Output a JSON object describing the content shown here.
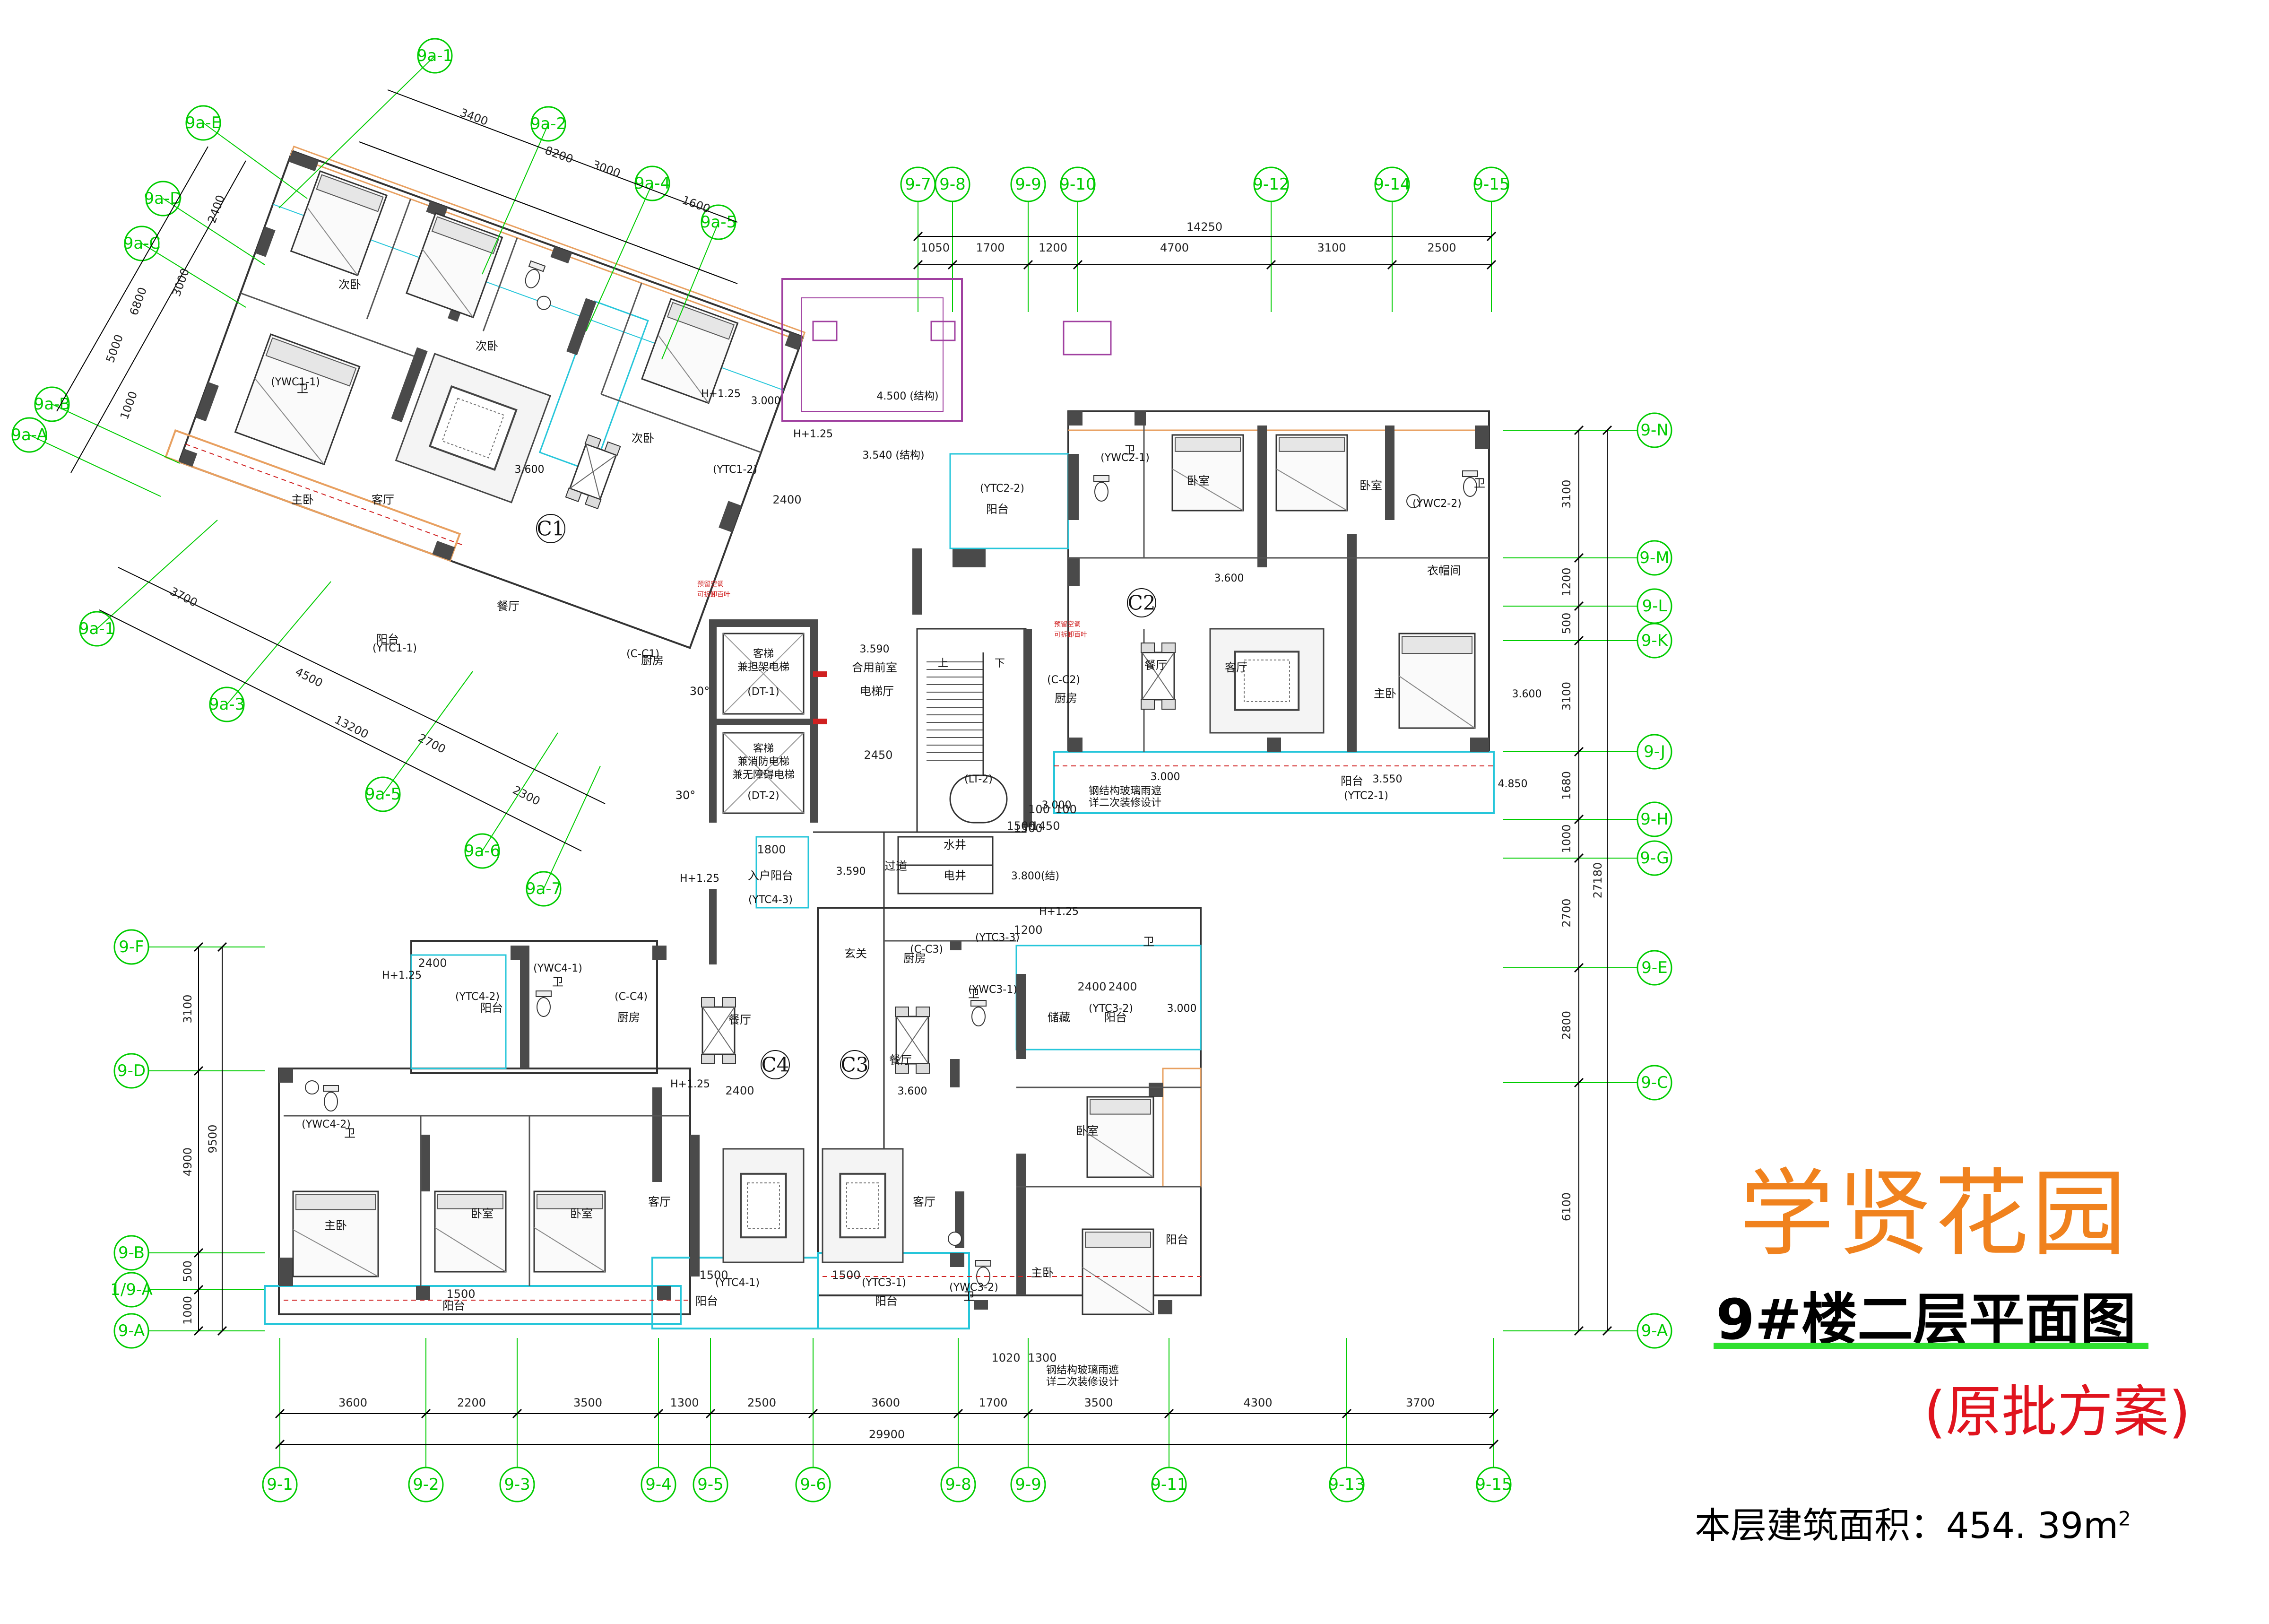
{
  "title": {
    "project_name": "学贤花园",
    "drawing_name": "9#楼二层平面图",
    "note": "(原批方案)",
    "area_label": "本层建筑面积：454. 39m",
    "area_sup": "2"
  },
  "axes": {
    "top": [
      "9-7",
      "9-8",
      "9-9",
      "9-10",
      "9-12",
      "9-14",
      "9-15"
    ],
    "bottom": [
      "9-1",
      "9-2",
      "9-3",
      "9-4",
      "9-5",
      "9-6",
      "9-8",
      "9-9",
      "9-11",
      "9-13",
      "9-15"
    ],
    "right": [
      "9-N",
      "9-M",
      "9-L",
      "9-K",
      "9-J",
      "9-H",
      "9-G",
      "9-E",
      "9-C",
      "9-A"
    ],
    "left": [
      "9-F",
      "9-D",
      "9-B",
      "1/9-A",
      "9-A"
    ],
    "c1_top": [
      "9a-1",
      "9a-2",
      "9a-4",
      "9a-5"
    ],
    "c1_left": [
      "9a-E",
      "9a-D",
      "9a-C",
      "9a-B",
      "9a-A"
    ],
    "c1_bottom": [
      "9a-1",
      "9a-3",
      "9a-5",
      "9a-6",
      "9a-7"
    ]
  },
  "dimensions": {
    "top_segments": [
      "1050",
      "1700",
      "1200",
      "4700",
      "3100",
      "2500"
    ],
    "top_total": "14250",
    "bottom_segments": [
      "3600",
      "2200",
      "3500",
      "1300",
      "2500",
      "3600",
      "1700",
      "3500",
      "4300",
      "3700"
    ],
    "bottom_total": "29900",
    "right_segments": [
      "3100",
      "1200",
      "500",
      "3100",
      "1680",
      "1000",
      "2700",
      "2800",
      "6100"
    ],
    "right_total": "27180",
    "left_segments": [
      "3100",
      "4900",
      "500",
      "1000"
    ],
    "left_total": "9500",
    "c1_top_segments": [
      "3400",
      "3000",
      "1600"
    ],
    "c1_top_total": "8200",
    "c1_left_segments": [
      "2400",
      "3000",
      "1000"
    ],
    "c1_left_total": "6800",
    "c1_inner_left": "5000",
    "c1_bottom_segments": [
      "4500",
      "2700",
      "2300"
    ],
    "c1_bottom_total": "13200",
    "c1_bottom_first": "3700",
    "misc": [
      "2400",
      "2400",
      "2400",
      "2400",
      "1500",
      "1500",
      "1500",
      "2450",
      "1800",
      "1200",
      "1300",
      "1020",
      "1450",
      "1500",
      "100",
      "100",
      "1500",
      "2400"
    ]
  },
  "units": [
    {
      "label": "C1"
    },
    {
      "label": "C2"
    },
    {
      "label": "C3"
    },
    {
      "label": "C4"
    }
  ],
  "rooms": [
    "次卧",
    "次卧",
    "次卧",
    "主卧",
    "客厅",
    "餐厅",
    "阳台",
    "厨房",
    "卫",
    "卧室",
    "卧室",
    "客厅",
    "餐厅",
    "厨房",
    "主卧",
    "衣帽间",
    "阳台",
    "阳台",
    "卫",
    "卫",
    "合用前室",
    "电梯厅",
    "入户阳台",
    "过道",
    "水井",
    "电井",
    "玄关",
    "储藏",
    "餐厅",
    "餐厅",
    "厨房",
    "厨房",
    "阳台",
    "阳台",
    "客厅",
    "客厅",
    "主卧",
    "卧室",
    "卧室",
    "卧室",
    "主卧",
    "卫",
    "卫",
    "阳台",
    "阳台",
    "卫",
    "阳台",
    "卫",
    "阳台",
    "卫"
  ],
  "room_codes": [
    "(YWC1-1)",
    "(YTC1-2)",
    "(YTC1-1)",
    "(C-C1)",
    "(YTC2-2)",
    "(YWC2-1)",
    "(YWC2-2)",
    "(C-C2)",
    "(YTC2-1)",
    "(YTC4-3)",
    "(YTC4-2)",
    "(YWC4-1)",
    "(C-C4)",
    "(C-C3)",
    "(YTC3-2)",
    "(YWC3-1)",
    "(YWC4-2)",
    "(YTC4-1)",
    "(YTC3-1)",
    "(YWC3-2)",
    "(YTC3-3)"
  ],
  "elevations": [
    "3.600",
    "3.000",
    "4.500 (结构)",
    "3.540 (结构)",
    "H+1.25",
    "3.600",
    "3.590",
    "3.000",
    "3.000",
    "3.550",
    "4.850",
    "3.590",
    "3.800(结)",
    "H+1.25",
    "H+1.25",
    "H+1.25",
    "H+1.25",
    "3.600",
    "3.600",
    "3.000",
    "H+1.25"
  ],
  "elevators": {
    "e1": [
      "客梯",
      "兼担架电梯",
      "(DT-1)"
    ],
    "e2": [
      "客梯",
      "兼消防电梯",
      "兼无障碍电梯",
      "(DT-2)"
    ],
    "stair": [
      "上",
      "下",
      "(LT-2)"
    ]
  },
  "angles": [
    "30°",
    "30°"
  ],
  "annotations": [
    "钢结构玻璃雨遮",
    "详二次装修设计",
    "钢结构玻璃雨遮",
    "详二次装修设计",
    "预留空调",
    "可拆卸百叶",
    "预留空调",
    "可拆卸百叶"
  ],
  "colors": {
    "wall": "#4a4a4a",
    "axis": "#00cc00",
    "dimension": "#1a1a1a",
    "balcony": "#e8a060",
    "glazing": "#26c6da",
    "roof": "#a040a0",
    "title": "#f0821e",
    "underline": "#2fe02f",
    "note": "#e0141e",
    "accent": "#d02020"
  }
}
